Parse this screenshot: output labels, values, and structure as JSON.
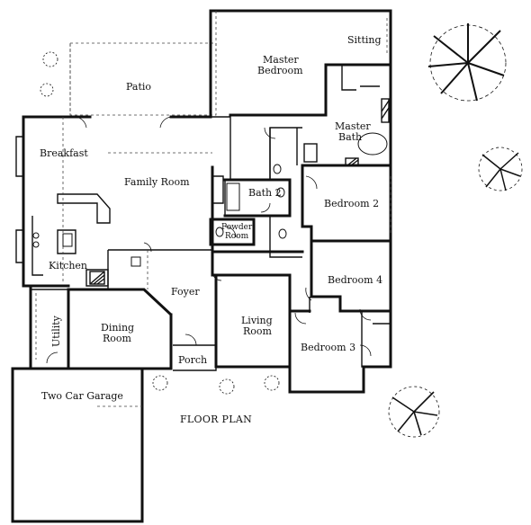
{
  "plan": {
    "title": "FLOOR PLAN",
    "rooms": {
      "patio": "Patio",
      "master_bedroom_1": "Master",
      "master_bedroom_2": "Bedroom",
      "sitting": "Sitting",
      "master_bath_1": "Master",
      "master_bath_2": "Bath",
      "breakfast": "Breakfast",
      "family_room": "Family Room",
      "bath2": "Bath 2",
      "bedroom2": "Bedroom 2",
      "powder_room_1": "Powder",
      "powder_room_2": "Room",
      "kitchen": "Kitchen",
      "foyer": "Foyer",
      "bedroom4": "Bedroom 4",
      "utility": "Utility",
      "dining_room_1": "Dining",
      "dining_room_2": "Room",
      "living_room_1": "Living",
      "living_room_2": "Room",
      "bedroom3": "Bedroom 3",
      "porch": "Porch",
      "garage": "Two Car Garage"
    }
  }
}
